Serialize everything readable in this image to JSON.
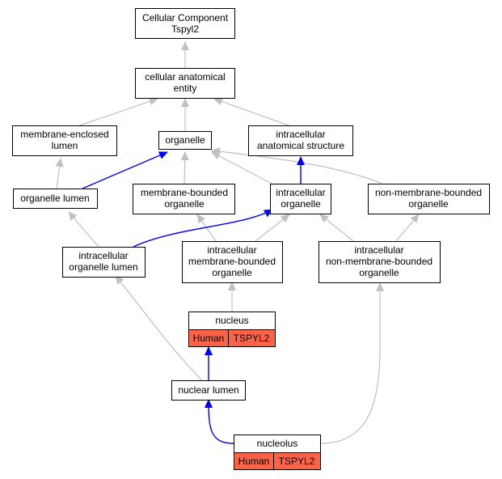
{
  "colors": {
    "edge_gray": "#c0c0c0",
    "edge_blue": "#0000ff",
    "badge_fill": "#ff6347"
  },
  "nodes": {
    "cellular_component": {
      "lines": [
        "Cellular Component",
        "Tspyl2"
      ]
    },
    "cellular_anatomical_entity": {
      "lines": [
        "cellular anatomical",
        "entity"
      ]
    },
    "membrane_enclosed_lumen": {
      "lines": [
        "membrane-enclosed",
        "lumen"
      ]
    },
    "organelle": {
      "lines": [
        "organelle"
      ]
    },
    "intracellular_anatomical_structure": {
      "lines": [
        "intracellular",
        "anatomical structure"
      ]
    },
    "organelle_lumen": {
      "lines": [
        "organelle lumen"
      ]
    },
    "membrane_bounded_organelle": {
      "lines": [
        "membrane-bounded",
        "organelle"
      ]
    },
    "intracellular_organelle": {
      "lines": [
        "intracellular",
        "organelle"
      ]
    },
    "non_membrane_bounded_organelle": {
      "lines": [
        "non-membrane-bounded",
        "organelle"
      ]
    },
    "intracellular_organelle_lumen": {
      "lines": [
        "intracellular",
        "organelle lumen"
      ]
    },
    "intracellular_membrane_bounded_organelle": {
      "lines": [
        "intracellular",
        "membrane-bounded",
        "organelle"
      ]
    },
    "intracellular_non_membrane_bounded_organelle": {
      "lines": [
        "intracellular",
        "non-membrane-bounded",
        "organelle"
      ]
    },
    "nucleus": {
      "lines": [
        "nucleus"
      ],
      "badges": [
        "Human",
        "TSPYL2"
      ]
    },
    "nuclear_lumen": {
      "lines": [
        "nuclear lumen"
      ]
    },
    "nucleolus": {
      "lines": [
        "nucleolus"
      ],
      "badges": [
        "Human",
        "TSPYL2"
      ]
    }
  }
}
